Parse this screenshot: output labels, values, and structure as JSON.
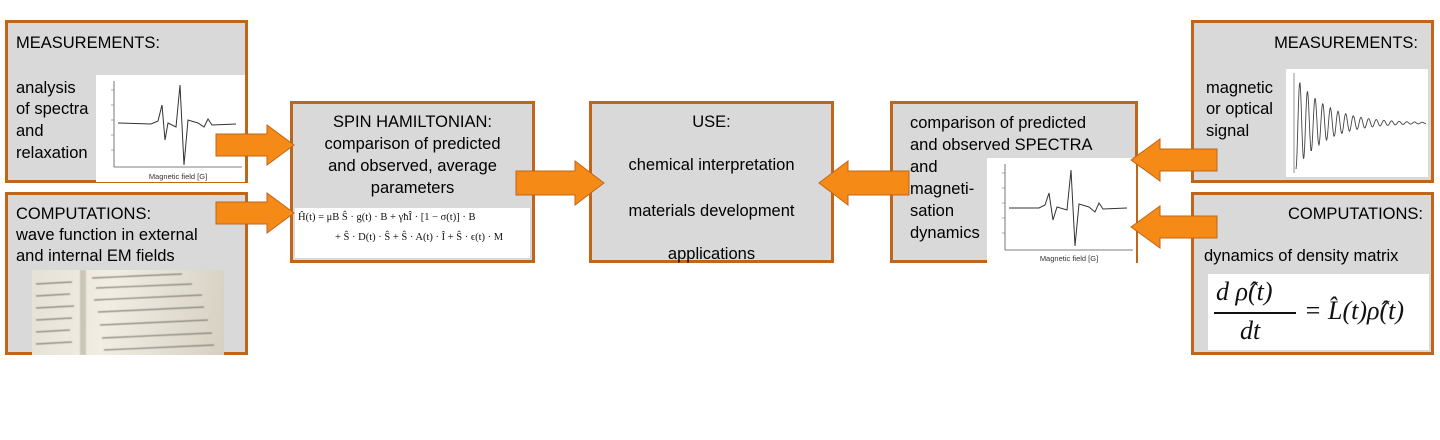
{
  "boxes": {
    "meas_left": {
      "heading": "MEASUREMENTS:",
      "lines": [
        "analysis",
        "of spectra",
        "and",
        "relaxation"
      ],
      "plot_xlabel": "Magnetic field [G]"
    },
    "comp_left": {
      "heading": "COMPUTATIONS:",
      "lines": [
        "wave function in external",
        "and internal EM fields"
      ]
    },
    "spin": {
      "lines": [
        "SPIN HAMILTONIAN:",
        "comparison of predicted",
        "and observed, average",
        "parameters"
      ],
      "eq_line1": "Ĥ(t)  =  μB Ŝ · g(t) · B + γħÎ · [1 − σ(t)] · B",
      "eq_line2": "+  Ŝ · D(t) · Ŝ + Ŝ · A(t) · Î + Ŝ · ϵ(t) · M"
    },
    "use": {
      "heading": "USE:",
      "items": [
        "chemical interpretation",
        "materials development",
        "applications"
      ]
    },
    "compare": {
      "lines": [
        "comparison of predicted",
        "and observed SPECTRA",
        "and",
        "magneti-",
        "sation",
        "dynamics"
      ],
      "plot_xlabel": "Magnetic field [G]"
    },
    "meas_right": {
      "heading": "MEASUREMENTS:",
      "lines": [
        "magnetic",
        "or optical",
        "signal"
      ]
    },
    "comp_right": {
      "heading": "COMPUTATIONS:",
      "line": "dynamics of density matrix",
      "eq_num": "d ρ̂(t)",
      "eq_den": "dt",
      "eq_rhs": "= L̂(t)ρ̂(t)"
    }
  },
  "colors": {
    "border": "#c0661a",
    "box_fill": "#d9d9d9",
    "arrow": "#f58a16",
    "arrow_edge": "#c0661a"
  }
}
